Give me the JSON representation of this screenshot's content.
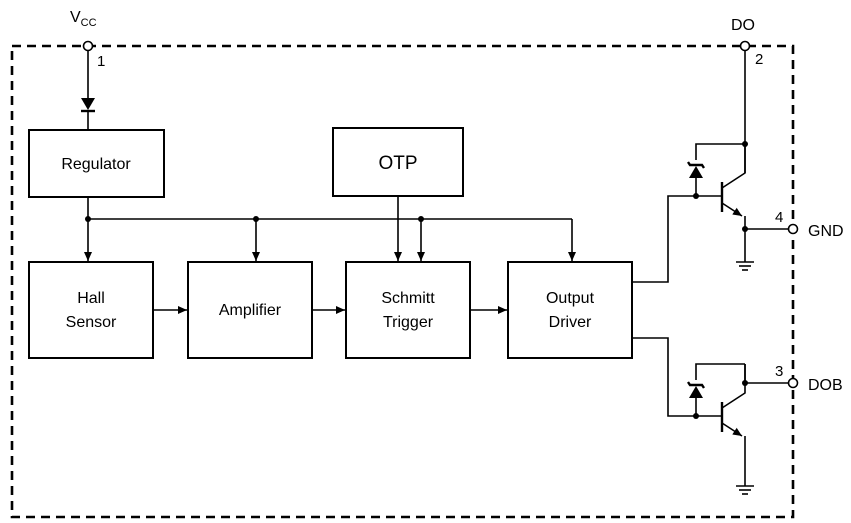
{
  "ports": {
    "vcc_main": "V",
    "vcc_sub": "CC",
    "do": "DO",
    "gnd": "GND",
    "dob": "DOB"
  },
  "pins": {
    "vcc": "1",
    "do": "2",
    "dob": "3",
    "gnd": "4"
  },
  "blocks": {
    "regulator": {
      "lines": [
        "Regulator"
      ]
    },
    "otp": {
      "lines": [
        "OTP"
      ]
    },
    "hall": {
      "lines": [
        "Hall",
        "Sensor"
      ]
    },
    "amplifier": {
      "lines": [
        "Amplifier"
      ]
    },
    "schmitt": {
      "lines": [
        "Schmitt",
        "Trigger"
      ]
    },
    "output_driver": {
      "lines": [
        "Output",
        "Driver"
      ]
    }
  }
}
